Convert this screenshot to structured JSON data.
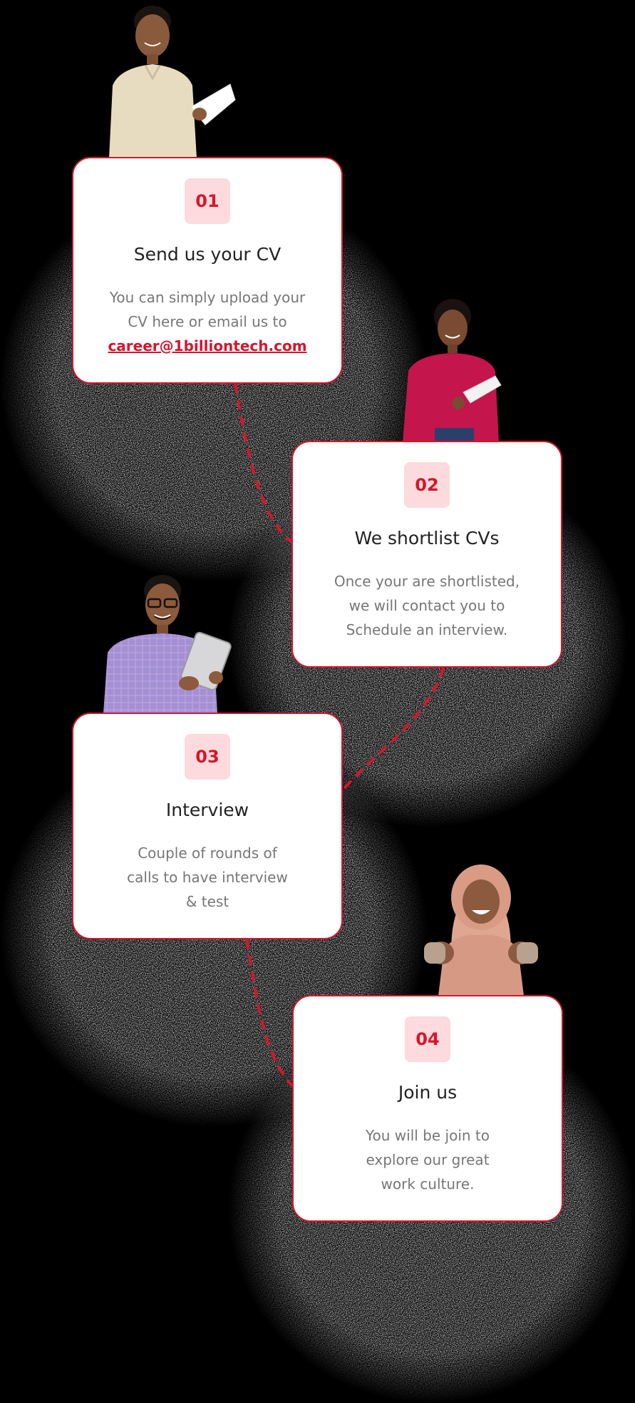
{
  "steps": [
    {
      "number": "01",
      "title": "Send us your CV",
      "description_line1": "You can simply upload your",
      "description_line2": "CV here or email us to",
      "email": "career@1billiontech.com"
    },
    {
      "number": "02",
      "title": "We shortlist CVs",
      "description_line1": "Once your are shortlisted,",
      "description_line2": "we will contact you to",
      "description_line3": "Schedule an interview."
    },
    {
      "number": "03",
      "title": "Interview",
      "description_line1": "Couple of rounds of",
      "description_line2": "calls to have interview",
      "description_line3": "& test"
    },
    {
      "number": "04",
      "title": "Join us",
      "description_line1": "You will be join to",
      "description_line2": "explore our great",
      "description_line3": "work culture."
    }
  ],
  "colors": {
    "accent": "#d5162c",
    "badge_bg": "#fcdadd",
    "background": "#000000",
    "card_bg": "#ffffff",
    "title_text": "#222222",
    "body_text": "#777777"
  },
  "icons": [
    "person-photo-1",
    "person-photo-2",
    "person-photo-3",
    "person-photo-4"
  ]
}
